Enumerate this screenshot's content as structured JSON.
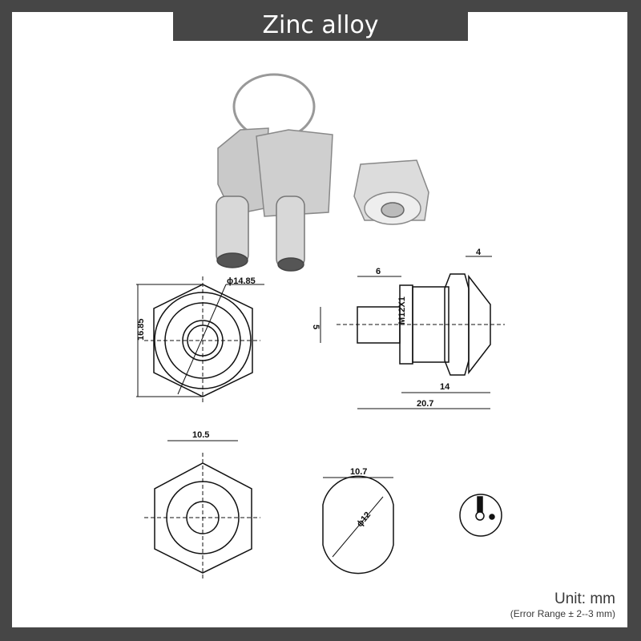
{
  "title": "Zinc alloy",
  "unit": {
    "label": "Unit:  mm",
    "error_range": "(Error Range ± 2--3 mm)"
  },
  "dimensions": {
    "front_view": {
      "diameter": "ϕ14.85",
      "height": "16.85"
    },
    "side_view": {
      "shaft_length": "6",
      "shaft_diameter": "5",
      "thread": "M12X1",
      "head_length": "4",
      "body_length": "14",
      "total_length": "20.7"
    },
    "nut_view": {
      "width": "10.5"
    },
    "cutout_view": {
      "flat_width": "10.7",
      "diameter": "ϕ12"
    }
  },
  "photo": {
    "items": [
      "keys-with-ring",
      "cam-lock"
    ]
  },
  "colors": {
    "frame": "#464646",
    "background": "#ffffff",
    "line": "#111111"
  }
}
